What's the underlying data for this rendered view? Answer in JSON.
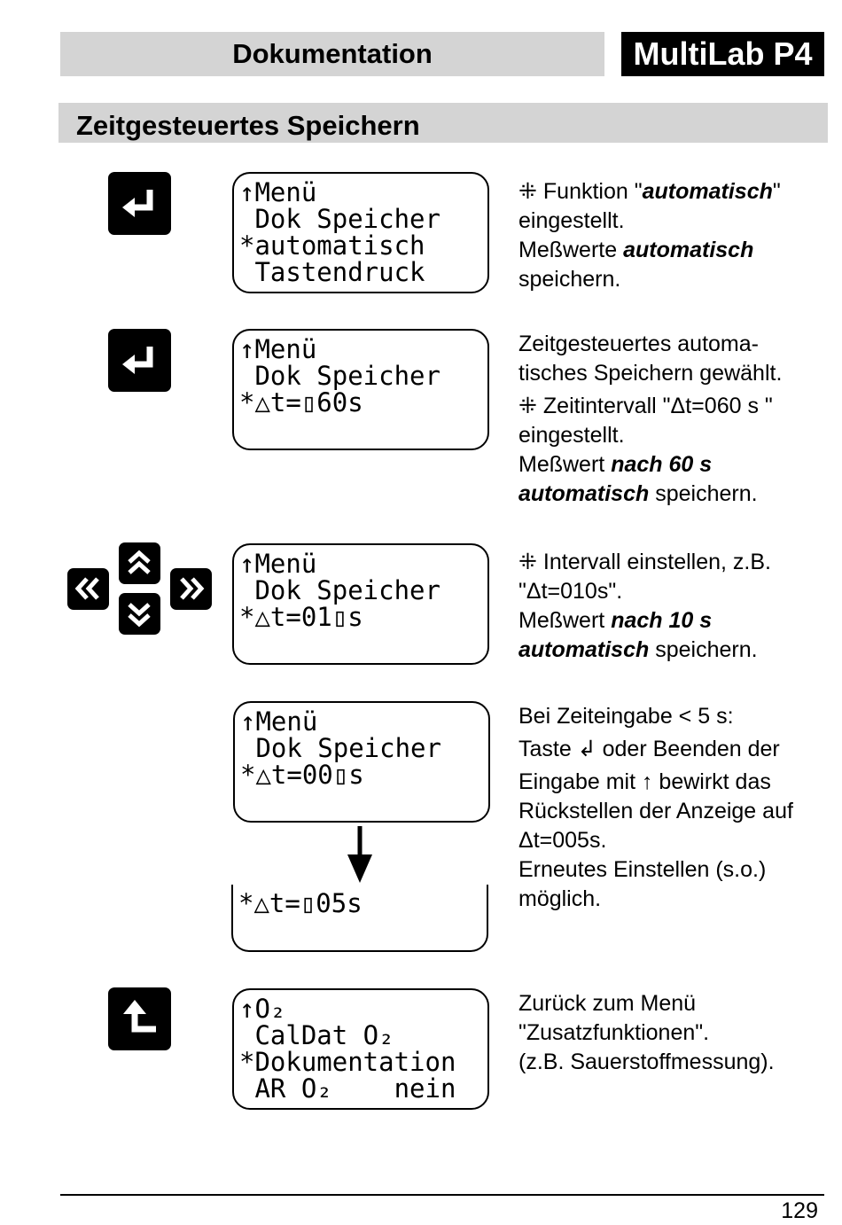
{
  "header": {
    "left_title": "Dokumentation",
    "right_title": "MultiLab P4"
  },
  "section_title": "Zeitgesteuertes Speichern",
  "rows": [
    {
      "key": "enter-key",
      "display": [
        "↑Menü",
        " Dok Speicher",
        "*automatisch",
        " Tastendruck"
      ],
      "text": {
        "star": "⁜",
        "l1a": " Funktion \"",
        "l1b": "automatisch",
        "l1c": "\"",
        "l2": "eingestellt.",
        "l3a": "Meßwerte ",
        "l3b": "automatisch",
        "l4": "speichern."
      }
    },
    {
      "key": "enter-key",
      "display": [
        "↑Menü",
        " Dok Speicher",
        "*△t=▯60s"
      ],
      "text": {
        "l1": "Zeitgesteuertes automa-",
        "l2": "tisches Speichern gewählt.",
        "star": "⁜",
        "l3": " Zeitintervall \"Δt=060 s \"",
        "l4": "eingestellt.",
        "l5a": "Meßwert ",
        "l5b": "nach 60 s",
        "l6a": "automatisch",
        "l6b": " speichern."
      }
    },
    {
      "key": "arrow-keys",
      "display": [
        "↑Menü",
        " Dok Speicher",
        "*△t=01▯s"
      ],
      "text": {
        "star": "⁜",
        "l1": " Intervall einstellen, z.B.",
        "l2": "\"Δt=010s\".",
        "l3a": "Meßwert ",
        "l3b": "nach 10 s",
        "l4a": "automatisch",
        "l4b": " speichern."
      }
    },
    {
      "display": [
        "↑Menü",
        " Dok Speicher",
        "*△t=00▯s"
      ],
      "display_after": [
        "*△t=▯05s"
      ],
      "text": {
        "l1": "Bei Zeiteingabe < 5 s:",
        "l2a": "Taste ",
        "l2_icon": "↲",
        "l2b": "  oder Beenden der",
        "l3a": "Eingabe mit ",
        "l3_icon": "↑",
        "l3b": "  bewirkt das",
        "l4": "Rückstellen der Anzeige auf",
        "l5": "Δt=005s.",
        "l6": "Erneutes Einstellen (s.o.)",
        "l7": "möglich."
      }
    },
    {
      "key": "escape-key",
      "display": [
        "↑O₂",
        " CalDat O₂",
        "*Dokumentation",
        " AR O₂    nein"
      ],
      "text": {
        "l1": "Zurück zum Menü",
        "l2": "\"Zusatzfunktionen\".",
        "l3": "(z.B. Sauerstoffmessung)."
      }
    }
  ],
  "page_number": "129"
}
